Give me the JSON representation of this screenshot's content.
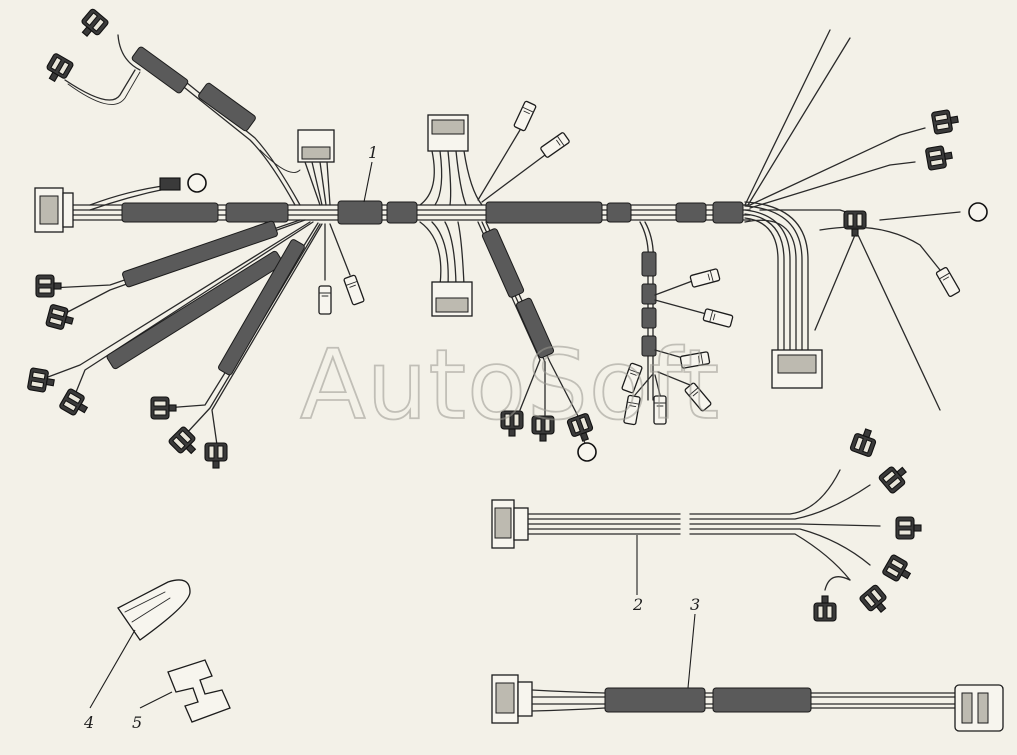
{
  "watermark": "AutoSoft",
  "callouts": [
    {
      "id": "1",
      "label": "1"
    },
    {
      "id": "2",
      "label": "2"
    },
    {
      "id": "3",
      "label": "3"
    },
    {
      "id": "4",
      "label": "4"
    },
    {
      "id": "5",
      "label": "5"
    }
  ],
  "colors": {
    "paper": "#f3f1e8",
    "ink": "#2a2a2a",
    "sleeve": "#5a5a5a",
    "watermark": "#9a9890"
  }
}
